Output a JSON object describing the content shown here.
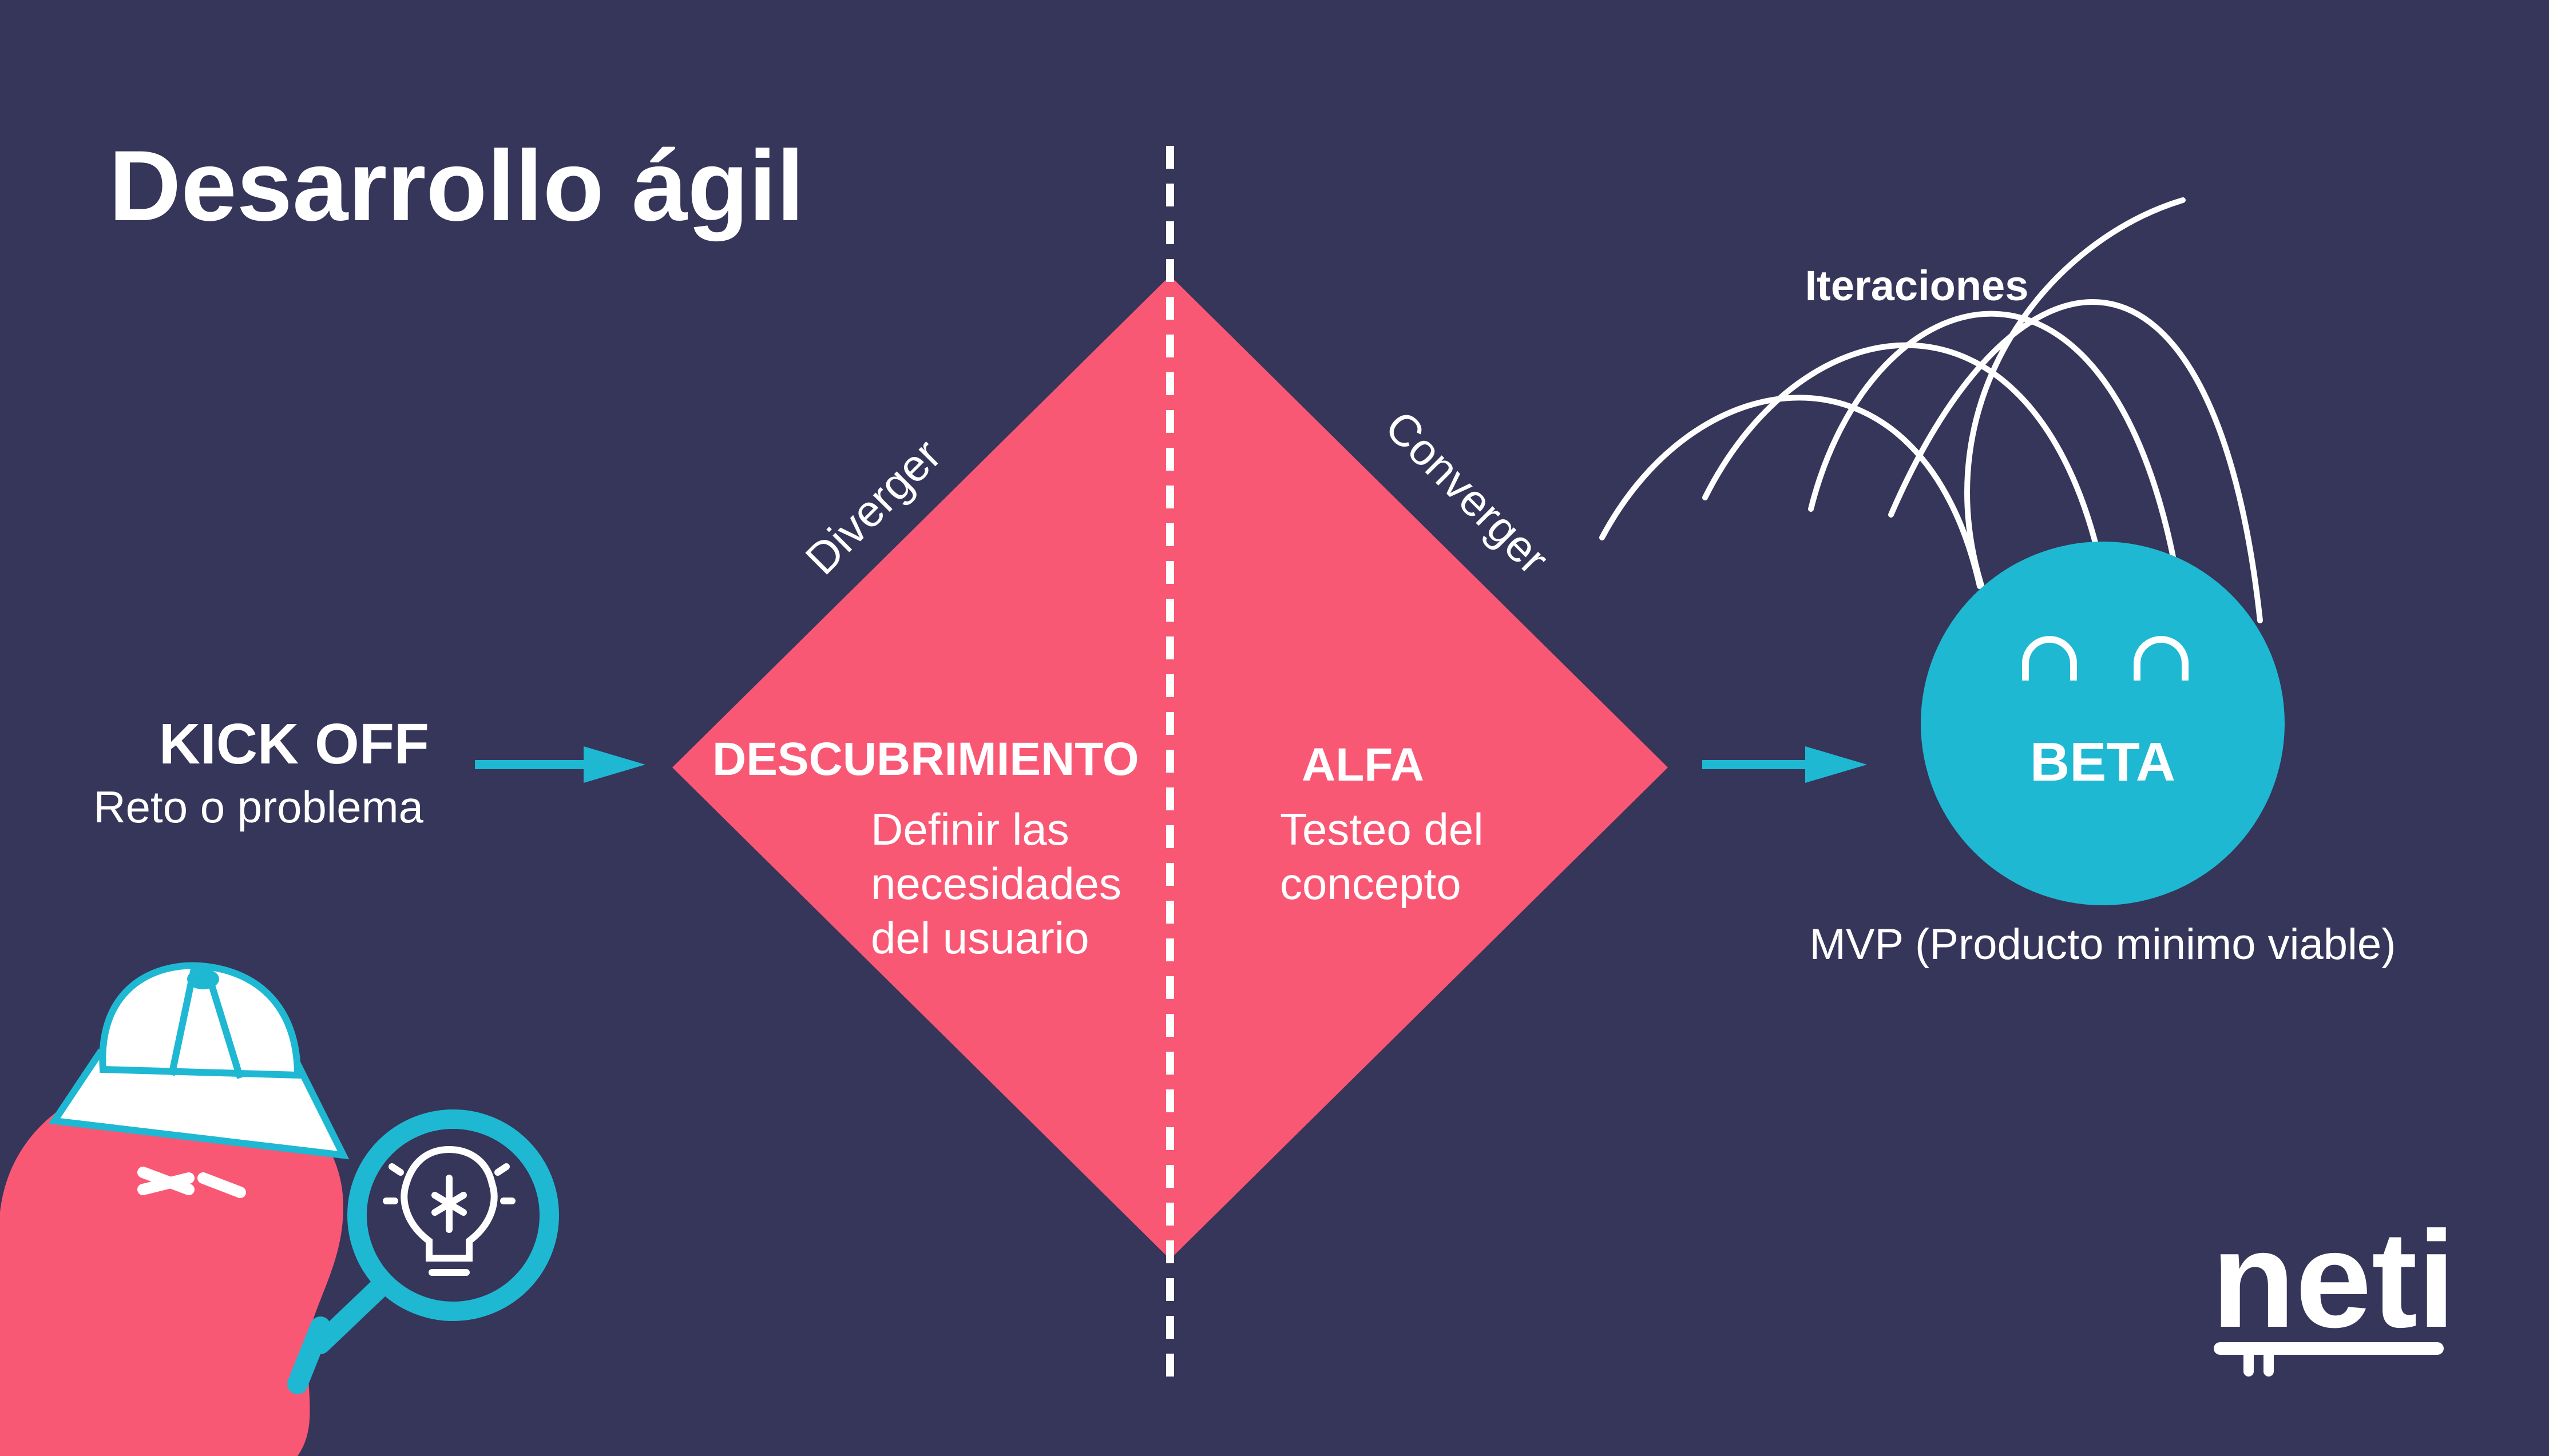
{
  "title": "Desarrollo ágil",
  "kickoff": {
    "heading": "KICK OFF",
    "subtitle": "Reto o problema"
  },
  "diverge_label": "Diverger",
  "converge_label": "Converger",
  "discovery": {
    "heading": "DESCUBRIMIENTO",
    "lines": [
      "Definir las",
      "necesidades",
      "del usuario"
    ]
  },
  "alpha": {
    "heading": "ALFA",
    "lines": [
      "Testeo del",
      "concepto"
    ]
  },
  "iterations_label": "Iteraciones",
  "beta": {
    "label": "BETA",
    "caption": "MVP (Producto minimo viable)"
  },
  "brand": {
    "logo_text": "neti"
  },
  "colors": {
    "background": "#36355a",
    "diamond": "#f95875",
    "accent": "#1fb8d3",
    "text": "#ffffff",
    "mascot": "#f95875"
  },
  "icons": [
    "arrow-right-icon",
    "lightbulb-icon",
    "magnifier-icon",
    "iteration-arrows-icon",
    "detective-mascot-icon",
    "neti-logo"
  ]
}
